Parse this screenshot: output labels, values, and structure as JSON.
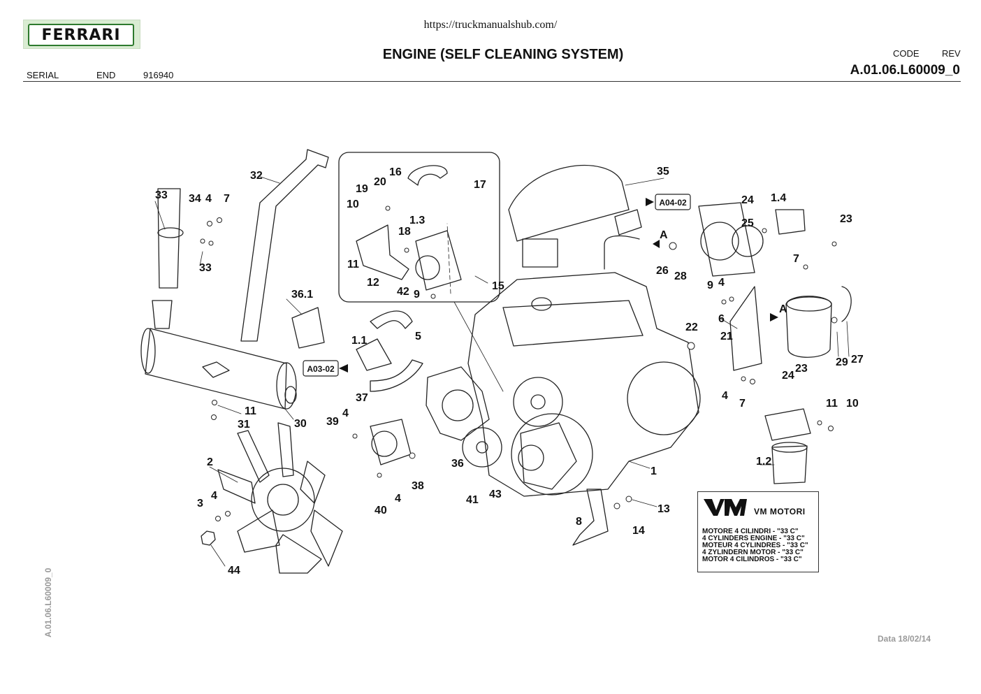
{
  "header": {
    "logo_text": "FERRARI",
    "url": "https://truckmanualshub.com/",
    "title": "ENGINE (SELF CLEANING SYSTEM)",
    "code_label": "CODE",
    "rev_label": "REV",
    "code_value": "A.01.06.L60009_0",
    "serial_label": "SERIAL",
    "end_label": "END",
    "end_value": "916940"
  },
  "diagram": {
    "callouts": [
      "33",
      "34",
      "4",
      "7",
      "33",
      "32",
      "36.1",
      "11",
      "31",
      "30",
      "2",
      "4",
      "3",
      "44",
      "16",
      "17",
      "19",
      "20",
      "10",
      "1.3",
      "18",
      "11",
      "12",
      "42",
      "9",
      "15",
      "1.1",
      "5",
      "37",
      "4",
      "39",
      "36",
      "38",
      "40",
      "4",
      "41",
      "43",
      "35",
      "26",
      "28",
      "A",
      "24",
      "1.4",
      "25",
      "23",
      "7",
      "9",
      "4",
      "6",
      "22",
      "21",
      "A",
      "24",
      "23",
      "29",
      "27",
      "4",
      "7",
      "11",
      "10",
      "1.2",
      "1",
      "13",
      "8",
      "14"
    ],
    "ref_boxes": [
      "A04-02",
      "A03-02"
    ]
  },
  "vm_box": {
    "brand": "VM MOTORI",
    "lines": [
      "MOTORE 4 CILINDRI - \"33 C\"",
      "4 CYLINDERS ENGINE - \"33 C\"",
      "MOTEUR 4 CYLINDRES - \"33 C\"",
      "4 ZYLINDERN MOTOR - \"33 C\"",
      "MOTOR 4 CILINDROS - \"33 C\""
    ]
  },
  "footer": {
    "side_code": "A.01.06.L60009_0",
    "date": "Data 18/02/14"
  }
}
